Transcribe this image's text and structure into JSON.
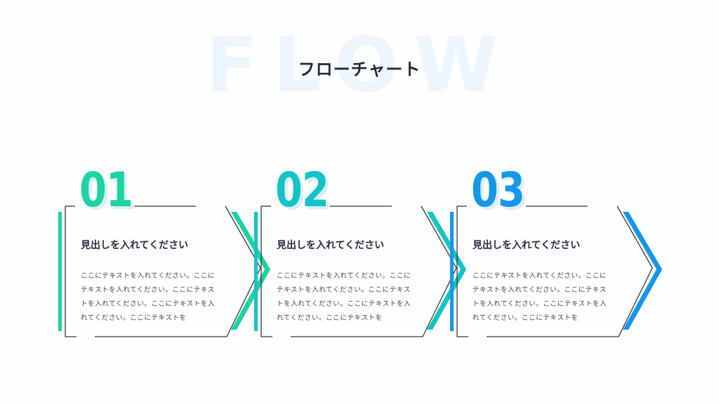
{
  "background_word": "FLOW",
  "title": "フローチャート",
  "steps": [
    {
      "number": "01",
      "color": "#1dd3a1",
      "heading": "見出しを入れてください",
      "text": "ここにテキストを入れてください。ここにテキストを入れてください。ここにテキストを入れてください。ここにテキストを入れてください。ここにテキストを"
    },
    {
      "number": "02",
      "color": "#13c3c8",
      "heading": "見出しを入れてください",
      "text": "ここにテキストを入れてください。ここにテキストを入れてください。ここにテキストを入れてください。ここにテキストを入れてください。ここにテキストを"
    },
    {
      "number": "03",
      "color": "#1497e8",
      "heading": "見出しを入れてください",
      "text": "ここにテキストを入れてください。ここにテキストを入れてください。ここにテキストを入れてください。ここにテキストを入れてください。ここにテキストを"
    }
  ]
}
